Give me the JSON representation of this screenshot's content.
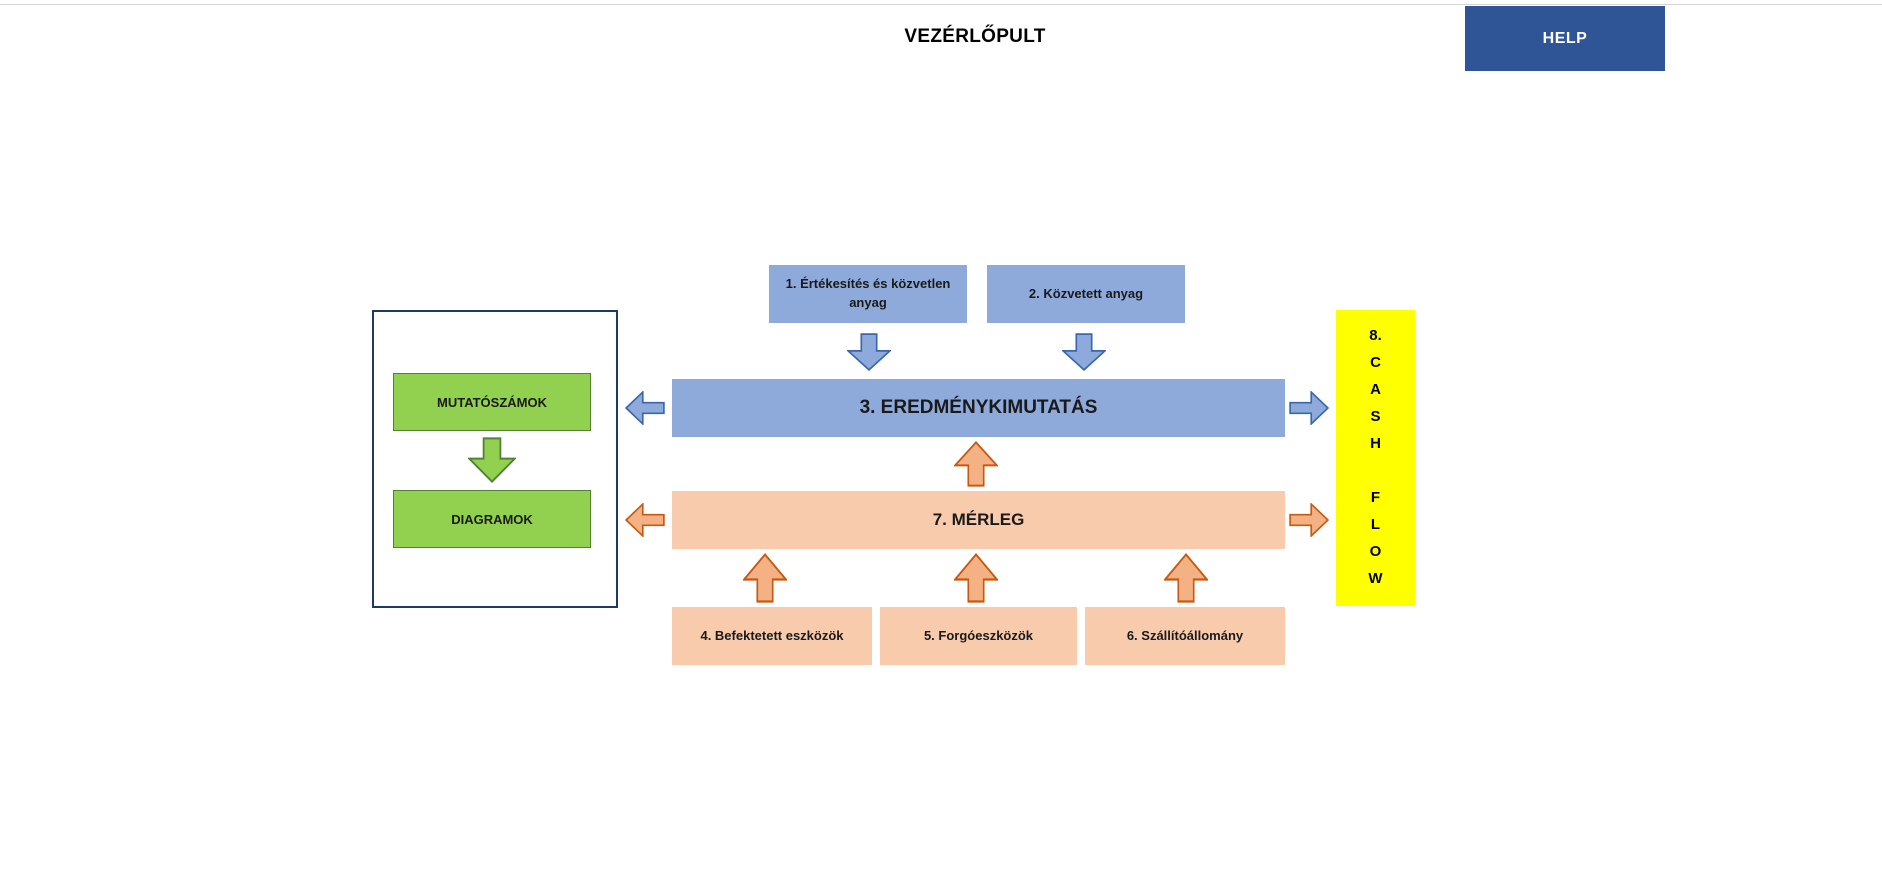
{
  "header": {
    "title": "VEZÉRLŐPULT",
    "help_label": "HELP"
  },
  "panel": {
    "mutatoszamok_label": "MUTATÓSZÁMOK",
    "diagramok_label": "DIAGRAMOK"
  },
  "flow": {
    "box1": "1. Értékesítés és közvetlen anyag",
    "box2": "2. Közvetett anyag",
    "income_statement": "3. EREDMÉNYKIMUTATÁS",
    "balance_sheet": "7. MÉRLEG",
    "box4": "4. Befektetett eszközök",
    "box5": "5. Forgóeszközök",
    "box6": "6. Szállítóállomány",
    "cash_flow_lines": [
      "8.",
      "C",
      "A",
      "S",
      "H",
      "",
      "F",
      "L",
      "O",
      "W"
    ]
  },
  "colors": {
    "blue_fill": "#8EAADB",
    "blue_stroke": "#3A66AD",
    "peach_fill": "#F8CBAD",
    "orange_arrow_fill": "#F4B183",
    "orange_arrow_stroke": "#C55A11",
    "green_fill": "#92D050",
    "green_stroke": "#538135",
    "yellow_fill": "#FFFF00",
    "help_button": "#2F5597",
    "panel_border": "#1F3864"
  }
}
